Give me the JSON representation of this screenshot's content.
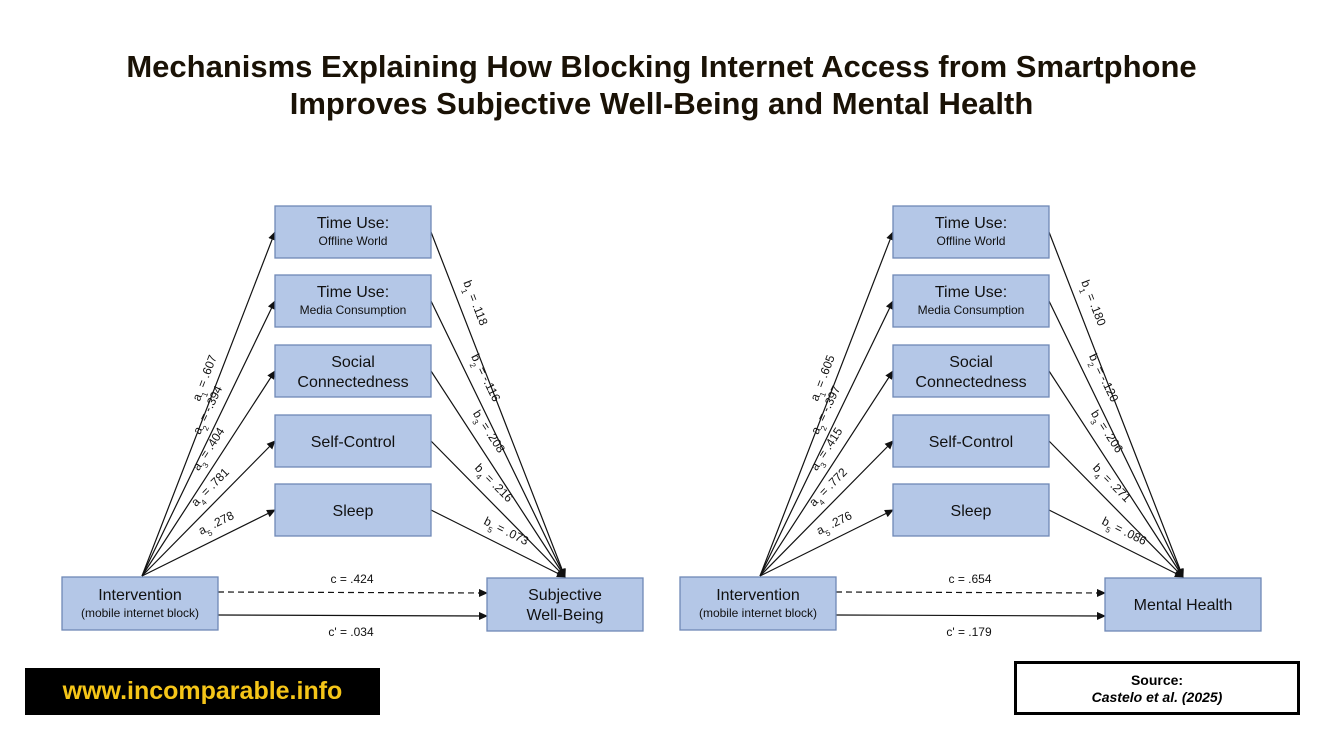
{
  "title": {
    "line1": "Mechanisms Explaining How Blocking Internet Access from Smartphone",
    "line2": "Improves Subjective Well-Being and Mental Health"
  },
  "diagrams": [
    {
      "mediators": [
        {
          "title": "Time Use:",
          "sub": "Offline World"
        },
        {
          "title": "Time Use:",
          "sub": "Media Consumption"
        },
        {
          "title": "Social",
          "sub": "Connectedness"
        },
        {
          "title": "Self-Control",
          "sub": ""
        },
        {
          "title": "Sleep",
          "sub": ""
        }
      ],
      "source_node": {
        "line1": "Intervention",
        "line2": "(mobile internet block)"
      },
      "outcome_node": {
        "line1": "Subjective",
        "line2": "Well-Being"
      },
      "a_paths": [
        {
          "sym": "a",
          "sub": "1",
          "val": " = .607"
        },
        {
          "sym": "a",
          "sub": "2",
          "val": " = -.394"
        },
        {
          "sym": "a",
          "sub": "3",
          "val": " = .404"
        },
        {
          "sym": "a",
          "sub": "4",
          "val": " = .781"
        },
        {
          "sym": "a",
          "sub": "5",
          "val": " .278"
        }
      ],
      "b_paths": [
        {
          "sym": "b",
          "sub": "1",
          "val": " = .118"
        },
        {
          "sym": "b",
          "sub": "2",
          "val": " = -.116"
        },
        {
          "sym": "b",
          "sub": "3",
          "val": " = .208"
        },
        {
          "sym": "b",
          "sub": "4",
          "val": " = .216"
        },
        {
          "sym": "b",
          "sub": "5",
          "val": " = .073"
        }
      ],
      "c_total": "c = .424",
      "c_direct": "c' = .034"
    },
    {
      "mediators": [
        {
          "title": "Time Use:",
          "sub": "Offline World"
        },
        {
          "title": "Time Use:",
          "sub": "Media Consumption"
        },
        {
          "title": "Social",
          "sub": "Connectedness"
        },
        {
          "title": "Self-Control",
          "sub": ""
        },
        {
          "title": "Sleep",
          "sub": ""
        }
      ],
      "source_node": {
        "line1": "Intervention",
        "line2": "(mobile internet block)"
      },
      "outcome_node": {
        "line1": "Mental Health",
        "line2": ""
      },
      "a_paths": [
        {
          "sym": "a",
          "sub": "1",
          "val": " = .605"
        },
        {
          "sym": "a",
          "sub": "2",
          "val": " = -.397"
        },
        {
          "sym": "a",
          "sub": "3",
          "val": " = .415"
        },
        {
          "sym": "a",
          "sub": "4",
          "val": " = .772"
        },
        {
          "sym": "a",
          "sub": "5",
          "val": " .276"
        }
      ],
      "b_paths": [
        {
          "sym": "b",
          "sub": "1",
          "val": " = .180"
        },
        {
          "sym": "b",
          "sub": "2",
          "val": " = -.120"
        },
        {
          "sym": "b",
          "sub": "3",
          "val": " = .206"
        },
        {
          "sym": "b",
          "sub": "4",
          "val": " = .271"
        },
        {
          "sym": "b",
          "sub": "5",
          "val": " = .086"
        }
      ],
      "c_total": "c = .654",
      "c_direct": "c' = .179"
    }
  ],
  "footer": {
    "website": "www.incomparable.info",
    "source_label": "Source:",
    "source_ref": "Castelo et al. (2025)"
  }
}
